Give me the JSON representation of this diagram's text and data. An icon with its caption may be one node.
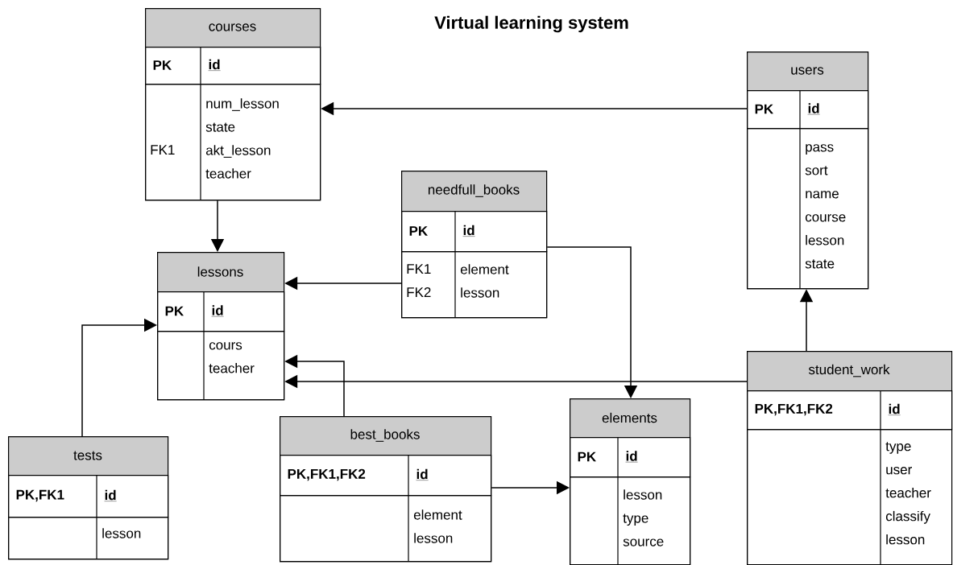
{
  "diagram": {
    "title": "Virtual learning system",
    "nodes": [
      {
        "text": [
          "courses"
        ]
      },
      {
        "text": [
          "PK",
          "id"
        ],
        "in": 0
      },
      {
        "text": [
          "FK1",
          "num_lesson state akt_lesson teacher"
        ],
        "in": 0
      },
      {
        "text": [
          "users"
        ]
      },
      {
        "text": [
          "PK",
          "id"
        ],
        "in": 3
      },
      {
        "text": [
          "pass sort name course lesson state"
        ],
        "in": 3
      },
      {
        "text": [
          "needfull_books"
        ]
      },
      {
        "text": [
          "PK",
          "id"
        ],
        "in": 6
      },
      {
        "text": [
          "FK1 FK2",
          "element lesson"
        ],
        "in": 6
      },
      {
        "text": [
          "lessons"
        ]
      },
      {
        "text": [
          "PK",
          "id"
        ],
        "in": 9
      },
      {
        "text": [
          "cours teacher"
        ],
        "in": 9
      },
      {
        "text": [
          "tests"
        ]
      },
      {
        "text": [
          "PK,FK1",
          "id"
        ],
        "in": 12
      },
      {
        "text": [
          "lesson"
        ],
        "in": 12
      },
      {
        "text": [
          "best_books"
        ]
      },
      {
        "text": [
          "PK,FK1,FK2",
          "id"
        ],
        "in": 15
      },
      {
        "text": [
          "element lesson"
        ],
        "in": 15
      },
      {
        "text": [
          "elements"
        ]
      },
      {
        "text": [
          "PK",
          "id"
        ],
        "in": 18
      },
      {
        "text": [
          "lesson type source"
        ],
        "in": 18
      },
      {
        "text": [
          "student_work"
        ]
      },
      {
        "text": [
          "PK,FK1,FK2",
          "id"
        ],
        "in": 21
      },
      {
        "text": [
          "type user teacher classify lesson"
        ],
        "in": 21
      }
    ],
    "edges": [
      {
        "from": 3,
        "to": 0,
        "arrow": "to"
      },
      {
        "from": 0,
        "to": 9,
        "arrow": "to"
      },
      {
        "from": 6,
        "to": 9,
        "arrow": "to"
      },
      {
        "from": 6,
        "to": 18,
        "arrow": "to"
      },
      {
        "from": 12,
        "to": 9,
        "arrow": "to"
      },
      {
        "from": 15,
        "to": 9,
        "arrow": "to"
      },
      {
        "from": 21,
        "to": 9,
        "arrow": "to"
      },
      {
        "from": 21,
        "to": 3,
        "arrow": "to"
      },
      {
        "from": 15,
        "to": 18,
        "arrow": "to"
      }
    ]
  }
}
